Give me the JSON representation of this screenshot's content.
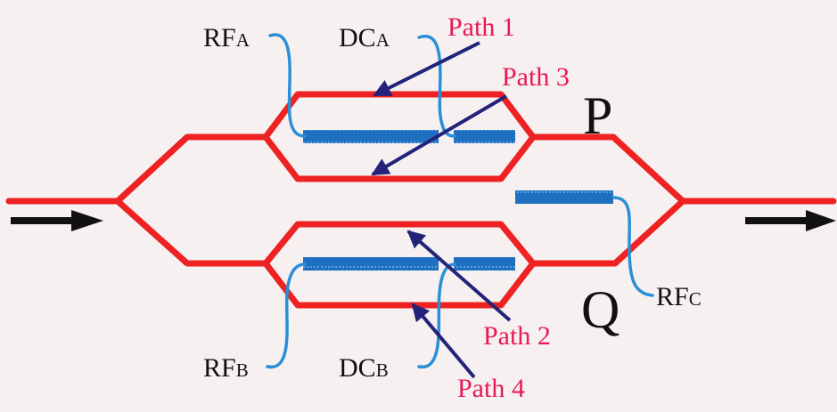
{
  "labels": {
    "rf_a": {
      "main": "RF",
      "sub": "A"
    },
    "dc_a": {
      "main": "DC",
      "sub": "A"
    },
    "rf_b": {
      "main": "RF",
      "sub": "B"
    },
    "dc_b": {
      "main": "DC",
      "sub": "B"
    },
    "rf_c": {
      "main": "RF",
      "sub": "C"
    },
    "path_1": "Path 1",
    "path_2": "Path 2",
    "path_3": "Path 3",
    "path_4": "Path 4",
    "port_p": "P",
    "port_q": "Q"
  },
  "colors": {
    "background": "#f6f1f0",
    "waveguide": "#ee2222",
    "electrode": "#1f6fc0",
    "lead_wire": "#2a8fd8",
    "arrow": "#23237a",
    "path_text": "#e8185a",
    "io_arrow": "#111111"
  }
}
